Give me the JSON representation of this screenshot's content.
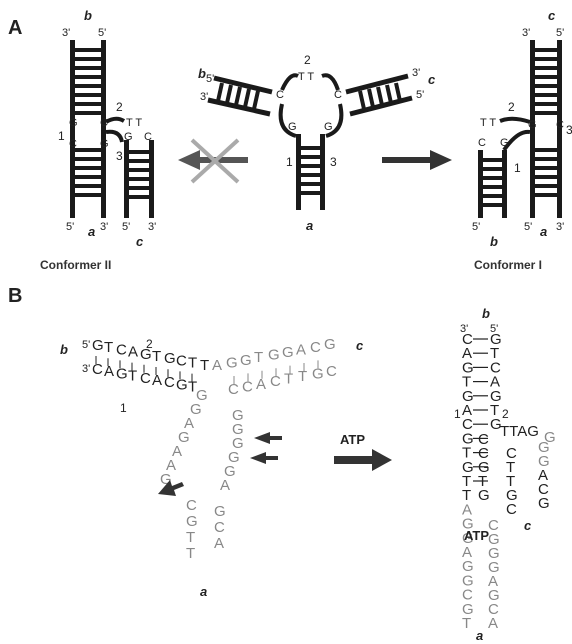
{
  "panelA": {
    "label": "A",
    "left": {
      "strand_b": "b",
      "strand_a": "a",
      "strand_c": "c",
      "p3_top": "3'",
      "p5_top": "5'",
      "p5_bl": "5'",
      "p3_bl": "3'",
      "p5_br": "5'",
      "p3_br": "3'",
      "g1": "G",
      "c1": "C",
      "c2": "C",
      "g2": "G",
      "g3": "G",
      "c3": "C",
      "loop_tt": "T T",
      "n1": "1",
      "n2": "2",
      "n3": "3",
      "caption": "Conformer II"
    },
    "center": {
      "strand_b": "b",
      "strand_c": "c",
      "strand_a": "a",
      "p5_b": "5'",
      "p3_b": "3'",
      "p3_c": "3'",
      "p5_c": "5'",
      "c_left": "C",
      "c_right": "C",
      "g_left": "G",
      "g_right": "G",
      "loop_tt": "T T",
      "n1": "1",
      "n2": "2",
      "n3": "3"
    },
    "right": {
      "strand_c": "c",
      "strand_b": "b",
      "strand_a": "a",
      "p3_top": "3'",
      "p5_top": "5'",
      "p5_bl": "5'",
      "p5_bm": "5'",
      "p3_br": "3'",
      "c1": "C",
      "g1": "G",
      "g2": "G",
      "c2": "C",
      "loop_tt": "T T",
      "n1": "1",
      "n2": "2",
      "n3": "3",
      "caption": "Conformer I"
    }
  },
  "panelB": {
    "label": "B",
    "left": {
      "strand_b": "b",
      "strand_c": "c",
      "strand_a": "a",
      "p5": "5'",
      "p3": "3'",
      "n1": "1",
      "n2": "2",
      "top_seq": [
        "G",
        "T",
        "C",
        "A",
        "G",
        "T",
        "G",
        "C",
        "T",
        "T",
        "A",
        "G",
        "G",
        "T",
        "G",
        "G",
        "A",
        "C",
        "G"
      ],
      "bottom_seq": [
        "C",
        "A",
        "G",
        "T",
        "C",
        "A",
        "C",
        "G",
        "T",
        "C",
        "C",
        "A",
        "C",
        "T",
        "T",
        "G",
        "C"
      ],
      "loop_left": [
        "G",
        "G",
        "A",
        "G",
        "A",
        "A",
        "G"
      ],
      "loop_right": [
        "G",
        "G",
        "G",
        "G",
        "G",
        "A"
      ],
      "stem_left": [
        "C",
        "G",
        "T",
        "T"
      ],
      "stem_right": [
        "G",
        "C",
        "A"
      ]
    },
    "arrow_label": "ATP",
    "right": {
      "strand_b": "b",
      "strand_c": "c",
      "strand_a": "a",
      "p3": "3'",
      "p5": "5'",
      "n1": "1",
      "n2": "2",
      "col_left": [
        "C",
        "A",
        "G",
        "T",
        "G",
        "A",
        "C",
        "G",
        "T",
        "G",
        "T",
        "T",
        "A",
        "G",
        "G",
        "A",
        "G",
        "G",
        "C",
        "G",
        "T"
      ],
      "col_right": [
        "G",
        "T",
        "C",
        "A",
        "G",
        "T",
        "G",
        "C",
        "C",
        "G",
        "T",
        "G",
        "C",
        "G",
        "G",
        "G",
        "A",
        "G",
        "C",
        "A"
      ],
      "loop_tt": "TTAG",
      "loop_g": "G",
      "side_left": [
        "C",
        "T",
        "T",
        "G",
        "C"
      ],
      "side_right": [
        "G",
        "G",
        "A",
        "C",
        "G"
      ],
      "atp": "ATP"
    }
  }
}
